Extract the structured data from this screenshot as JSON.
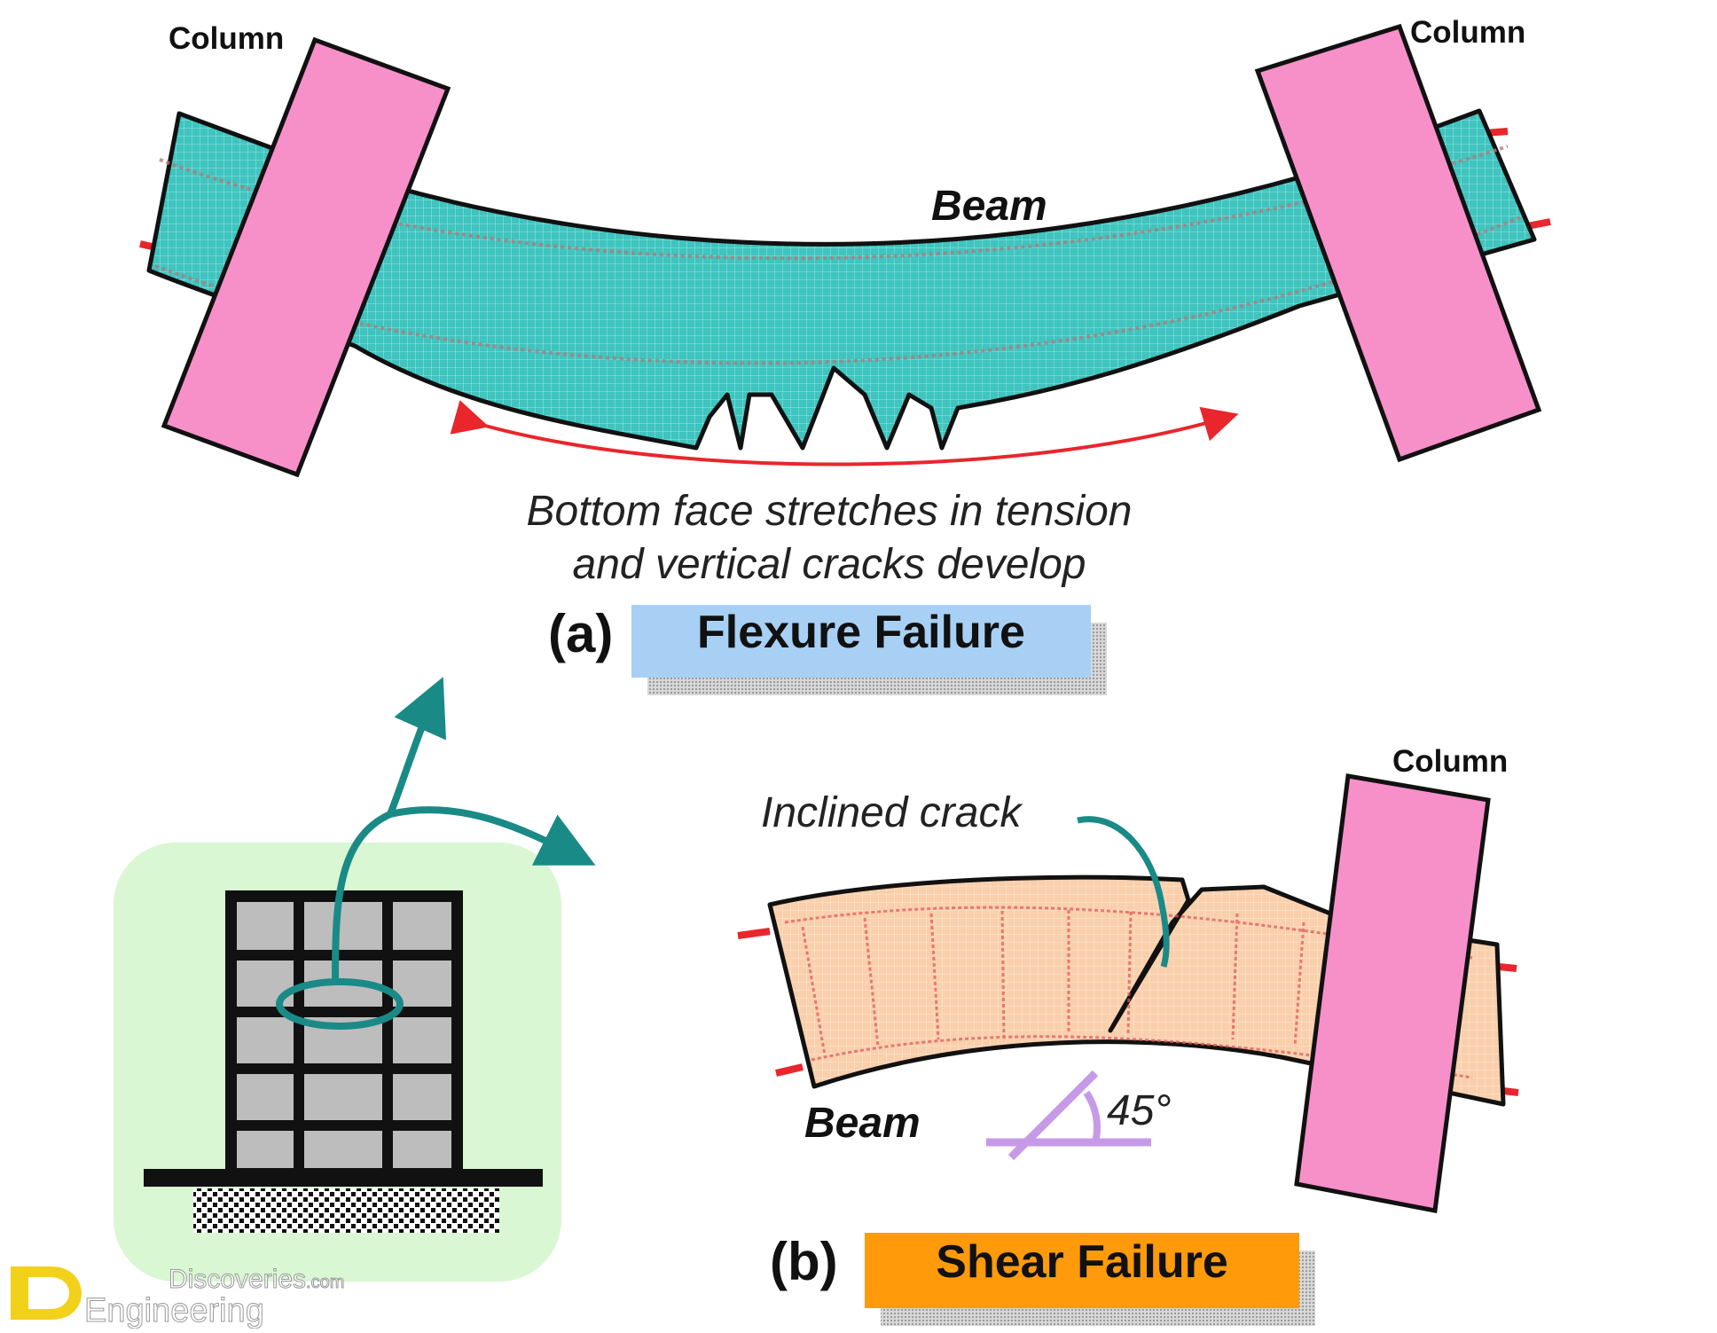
{
  "panel_a": {
    "label_left_column": "Column",
    "label_right_column": "Column",
    "label_beam": "Beam",
    "caption_line1": "Bottom face stretches in tension",
    "caption_line2": "and vertical cracks develop",
    "tag": "(a)",
    "title": "Flexure Failure",
    "colors": {
      "beam": "#3fc4bf",
      "column": "#f78fc9",
      "arrow": "#e8262c",
      "title_box": "#a8d0f5"
    }
  },
  "panel_b": {
    "label_crack": "Inclined crack",
    "label_column": "Column",
    "label_beam": "Beam",
    "label_angle": "45°",
    "tag": "(b)",
    "title": "Shear Failure",
    "colors": {
      "beam": "#f9cfac",
      "column": "#f78fc9",
      "angle": "#c79ae8",
      "title_box": "#ff9a0a"
    }
  },
  "building_inset": {
    "colors": {
      "background": "#d9f7d2",
      "frame": "#111111",
      "panel": "#bdbdbd",
      "pointer": "#1a8a87"
    }
  },
  "watermark": {
    "line1": "Discoveries",
    "line1_suffix": ".com",
    "line2": "Engineering",
    "color": "#f2d11b"
  }
}
